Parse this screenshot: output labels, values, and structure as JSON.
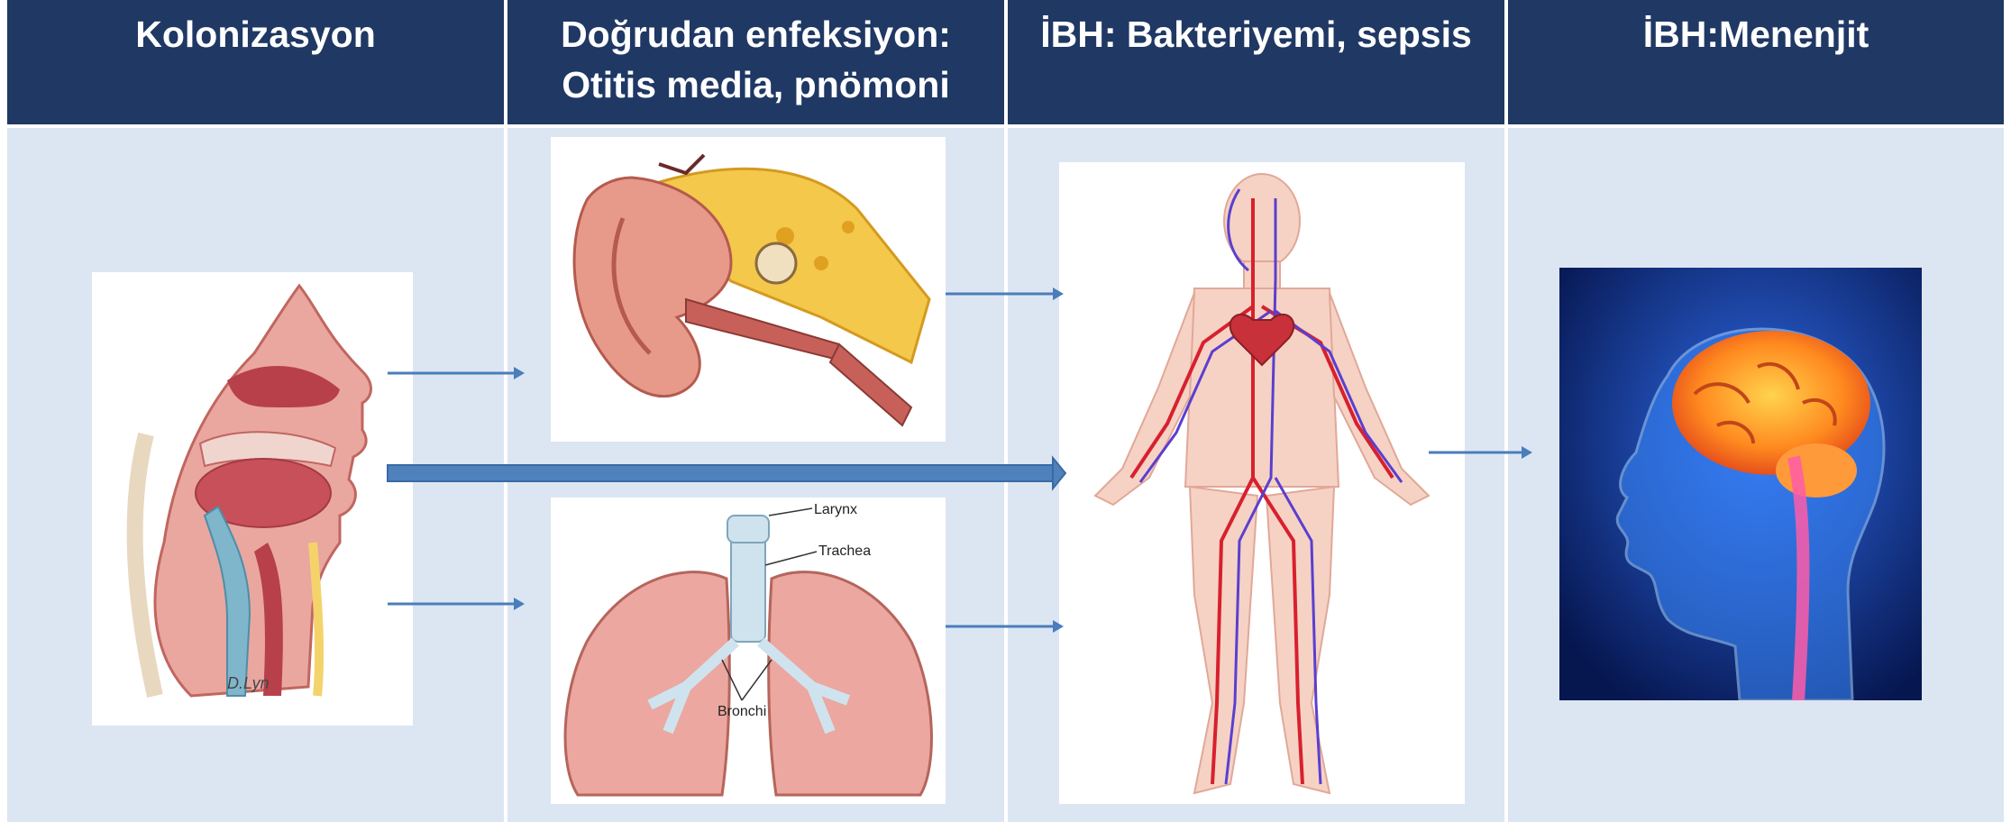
{
  "columns": [
    {
      "header_line1": "Kolonizasyon",
      "header_line2": ""
    },
    {
      "header_line1": "Doğrudan enfeksiyon:",
      "header_line2": "Otitis media, pnömoni"
    },
    {
      "header_line1": "İBH: Bakteriyemi, sepsis",
      "header_line2": ""
    },
    {
      "header_line1": "İBH:Menenjit",
      "header_line2": ""
    }
  ],
  "images": {
    "head": {
      "signature": "D.Lyn"
    },
    "ear": {},
    "lungs": {
      "label_larynx": "Larynx",
      "label_trachea": "Trachea",
      "label_bronchi": "Bronchi"
    },
    "body": {},
    "brain": {}
  },
  "colors": {
    "header_bg": "#1f3864",
    "cell_bg": "#dce6f2",
    "arrow": "#4a7dbb"
  }
}
